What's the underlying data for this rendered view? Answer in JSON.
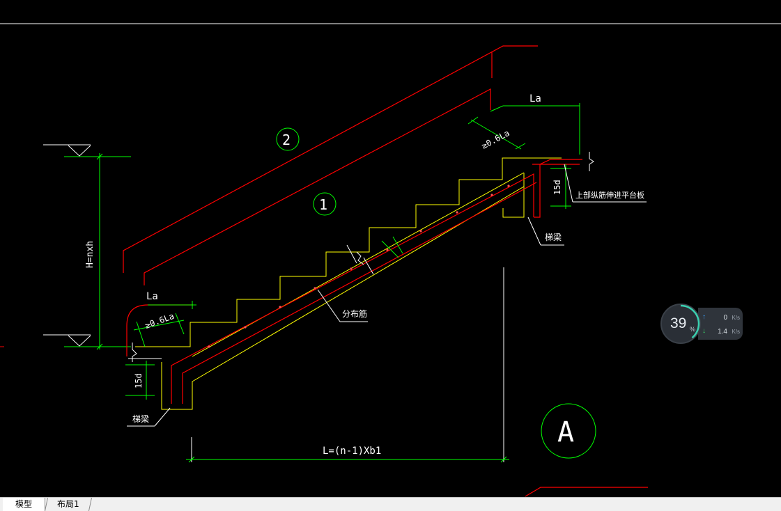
{
  "drawing": {
    "labels": {
      "la_top": "La",
      "la_left": "La",
      "anchor_top": "≥0.6La",
      "anchor_left": "≥0.6La",
      "hook_top": "15d",
      "hook_bottom": "15d",
      "height_dim": "H=nxh",
      "length_dim": "L=(n-1)Xb1",
      "rebar_1": "1",
      "rebar_2": "2",
      "section_mark": "A",
      "distribution_rebar": "分布筋",
      "beam_right": "梯梁",
      "beam_left": "梯梁",
      "upper_rebar_note": "上部纵筋伸进平台板"
    },
    "colors": {
      "background": "#000000",
      "rebar_red": "#ff0000",
      "outline_yellow": "#ffff00",
      "dimension_green": "#00ff00",
      "text_white": "#ffffff",
      "guide_white": "#ffffff"
    }
  },
  "net_widget": {
    "percent": "39",
    "percent_sign": "%",
    "upload_value": "0",
    "upload_unit": "K/s",
    "download_value": "1.4",
    "download_unit": "K/s",
    "progress": 0.39
  },
  "tabs": [
    {
      "label": "模型",
      "active": true
    },
    {
      "label": "布局1",
      "active": false
    }
  ]
}
